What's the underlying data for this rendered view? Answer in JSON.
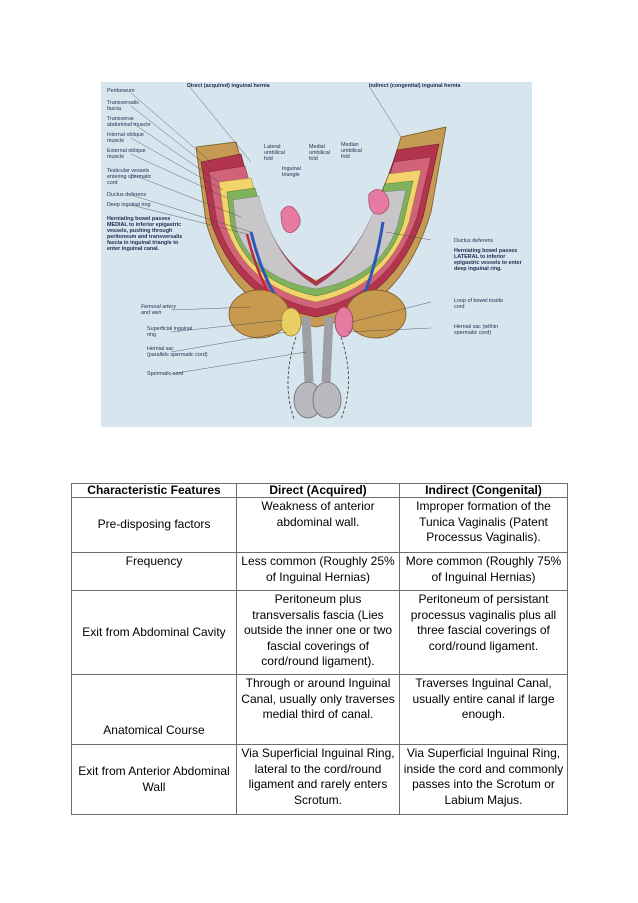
{
  "figure": {
    "title_direct": "Direct (acquired) inguinal hernia",
    "title_indirect": "Indirect (congenital) inguinal hernia",
    "left_labels": [
      "Peritoneum",
      "Transversalis\nfascia",
      "Transverse\nabdominal muscle",
      "Internal oblique\nmuscle",
      "External oblique\nmuscle",
      "Testicular vessels\nentering spermatic\ncord",
      "Ductus deferens",
      "Deep inguinal ring"
    ],
    "direct_note": "Herniating bowel passes\nMEDIAL to inferior epigastric\nvessels, pushing through\nperitoneum and transversalis\nfascia in inguinal triangle to\nenter inguinal canal.",
    "lower_left_labels": [
      "Femoral artery\nand vein",
      "Superficial inguinal\nring",
      "Hernial sac\n(parallels spermatic cord)",
      "Spermatic cord"
    ],
    "center_labels": [
      "Lateral\numbilical\nfold",
      "Medial\numbilical\nfold",
      "Median\numbilical\nfold",
      "Inguinal\ntriangle"
    ],
    "right_labels": [
      "Ductus deferens",
      "Herniating bowel passes\nLATERAL to inferior\nepigastric vessels to enter\ndeep inguinal ring.",
      "Loop of bowel inside\ncord",
      "Hernial sac (within\nspermatic cord)"
    ]
  },
  "table": {
    "headers": [
      "Characteristic Features",
      "Direct (Acquired)",
      "Indirect (Congenital)"
    ],
    "rows": [
      [
        "Pre-disposing factors",
        "Weakness of anterior abdominal wall.",
        "Improper formation of the Tunica Vaginalis (Patent Processus Vaginalis)."
      ],
      [
        "Frequency",
        "Less common (Roughly 25% of Inguinal Hernias)",
        "More common (Roughly 75% of Inguinal Hernias)"
      ],
      [
        "Exit from Abdominal Cavity",
        "Peritoneum plus transversalis fascia (Lies outside the inner one or two fascial coverings of cord/round ligament).",
        "Peritoneum of persistant processus vaginalis plus all three fascial coverings of cord/round ligament."
      ],
      [
        "Anatomical Course",
        "Through or around Inguinal Canal, usually only traverses medial third of canal.",
        "Traverses Inguinal Canal, usually entire canal if large enough."
      ],
      [
        "Exit from Anterior Abdominal Wall",
        "Via Superficial Inguinal Ring, lateral to the cord/round ligament and rarely enters Scrotum.",
        "Via Superficial Inguinal Ring, inside the cord and commonly passes into the Scrotum or Labium Majus."
      ]
    ]
  }
}
